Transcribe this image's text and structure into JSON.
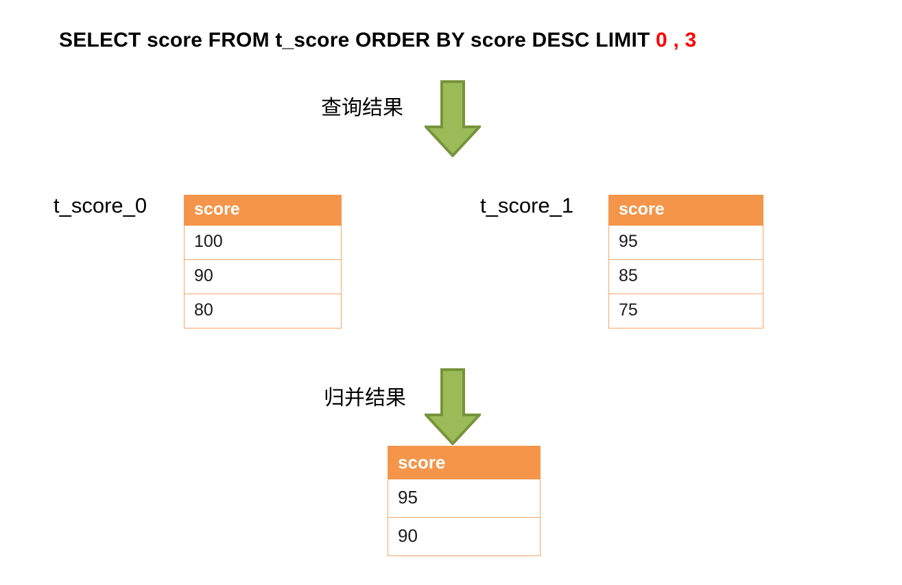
{
  "title": {
    "sql_prefix": "SELECT score FROM t_score ORDER BY score DESC LIMIT ",
    "limit_offset": "0",
    "limit_separator": " , ",
    "limit_count": "3",
    "full_text": "SELECT score FROM t_score ORDER BY score DESC LIMIT 0 , 3",
    "highlight_color": "#ff0000"
  },
  "flow": {
    "query_label": "查询结果",
    "merge_label": "归并结果",
    "arrow_fill": "#9bbb59",
    "arrow_stroke": "#77933c",
    "arrow_query_name": "down-arrow-icon",
    "arrow_merge_name": "down-arrow-icon"
  },
  "theme": {
    "header_bg": "#f4954a",
    "header_text": "#ffffff",
    "cell_border": "#f6a667",
    "cell_bg": "#ffffff",
    "cell_text": "#1a1a1a"
  },
  "tables": {
    "left": {
      "name": "t_score_0",
      "column": "score",
      "rows": [
        "100",
        "90",
        "80"
      ]
    },
    "right": {
      "name": "t_score_1",
      "column": "score",
      "rows": [
        "95",
        "85",
        "75"
      ]
    },
    "result": {
      "name": "",
      "column": "score",
      "rows": [
        "95",
        "90"
      ]
    }
  }
}
